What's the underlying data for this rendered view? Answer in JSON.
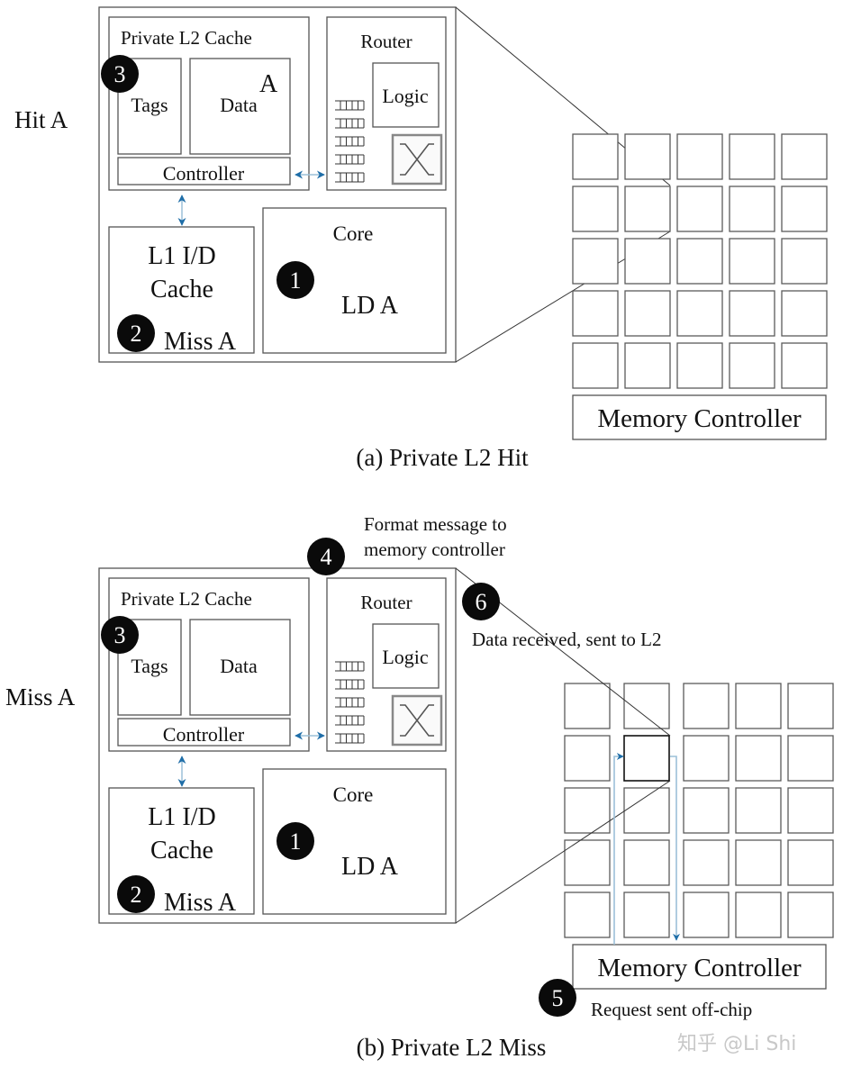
{
  "panels": [
    {
      "id": "a",
      "side_label": "Hit A",
      "caption": "(a) Private L2 Hit",
      "tile": {
        "l2_title": "Private L2 Cache",
        "tags_label": "Tags",
        "data_label": "Data",
        "data_marker": "A",
        "controller_label": "Controller",
        "router_title": "Router",
        "logic_label": "Logic",
        "l1_line1": "L1 I/D",
        "l1_line2": "Cache",
        "l1_status": "Miss A",
        "core_title": "Core",
        "core_instr": "LD A"
      },
      "steps": [
        {
          "num": "1",
          "where": "core"
        },
        {
          "num": "2",
          "where": "l1"
        },
        {
          "num": "3",
          "where": "tags"
        }
      ],
      "mesh": {
        "rows": 5,
        "cols": 5,
        "highlighted_tile": [
          1,
          1
        ]
      },
      "memory_controller_label": "Memory Controller"
    },
    {
      "id": "b",
      "side_label": "Miss A",
      "caption": "(b) Private L2 Miss",
      "tile": {
        "l2_title": "Private L2 Cache",
        "tags_label": "Tags",
        "data_label": "Data",
        "data_marker": "",
        "controller_label": "Controller",
        "router_title": "Router",
        "logic_label": "Logic",
        "l1_line1": "L1 I/D",
        "l1_line2": "Cache",
        "l1_status": "Miss A",
        "core_title": "Core",
        "core_instr": "LD A"
      },
      "steps": [
        {
          "num": "1",
          "where": "core"
        },
        {
          "num": "2",
          "where": "l1"
        },
        {
          "num": "3",
          "where": "tags"
        },
        {
          "num": "4",
          "text_line1": "Format message to",
          "text_line2": "memory controller"
        },
        {
          "num": "5",
          "text_line1": "Request sent off-chip"
        },
        {
          "num": "6",
          "text_line1": "Data received, sent to L2"
        }
      ],
      "mesh": {
        "rows": 5,
        "cols": 5,
        "highlighted_tile": [
          1,
          1
        ]
      },
      "memory_controller_label": "Memory Controller"
    }
  ],
  "colors": {
    "arrow": "#1f6ea8",
    "path": "#9cc0d8",
    "stroke": "#555555",
    "badge": "#0a0a0a"
  },
  "watermark": "知乎 @Li Shi"
}
